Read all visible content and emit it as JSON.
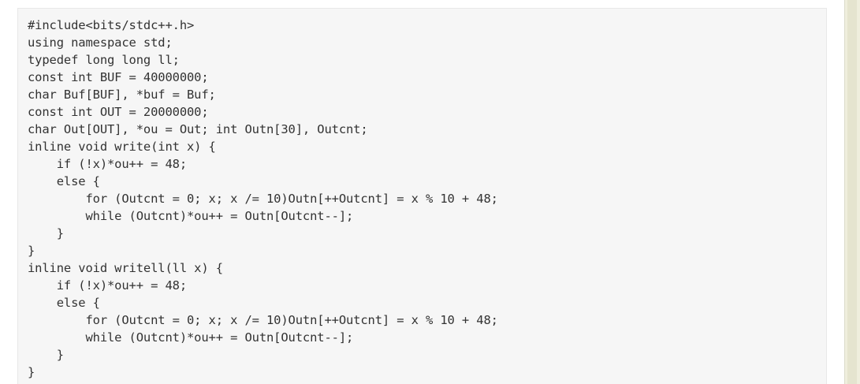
{
  "code": {
    "lines": [
      "#include<bits/stdc++.h>",
      "using namespace std;",
      "typedef long long ll;",
      "const int BUF = 40000000;",
      "char Buf[BUF], *buf = Buf;",
      "const int OUT = 20000000;",
      "char Out[OUT], *ou = Out; int Outn[30], Outcnt;",
      "inline void write(int x) {",
      "    if (!x)*ou++ = 48;",
      "    else {",
      "        for (Outcnt = 0; x; x /= 10)Outn[++Outcnt] = x % 10 + 48;",
      "        while (Outcnt)*ou++ = Outn[Outcnt--];",
      "    }",
      "}",
      "inline void writell(ll x) {",
      "    if (!x)*ou++ = 48;",
      "    else {",
      "        for (Outcnt = 0; x; x /= 10)Outn[++Outcnt] = x % 10 + 48;",
      "        while (Outcnt)*ou++ = Outn[Outcnt--];",
      "    }",
      "}"
    ]
  },
  "colors": {
    "code_background": "#f6f6f6",
    "code_text": "#333333",
    "scrollbar": "#efeedd"
  }
}
